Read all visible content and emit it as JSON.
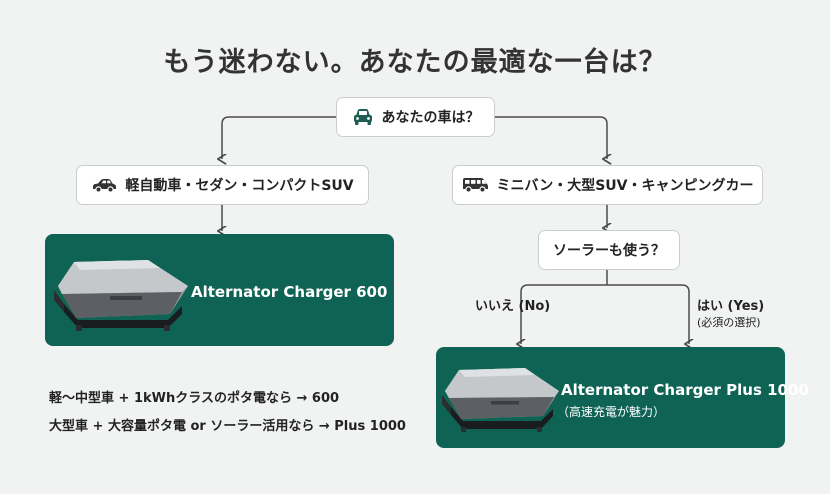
{
  "title": "もう迷わない。あなたの最適な一台は？",
  "question_car": "あなたの車は？",
  "option_small": "軽自動車・セダン・コンパクトSUV",
  "option_large": "ミニバン・大型SUV・キャンピングカー",
  "question_solar": "ソーラーも使う？",
  "branch_no": "いいえ (No)",
  "branch_yes": "はい (Yes)",
  "branch_yes_note": "(必須の選択)",
  "product_600": "Alternator Charger 600",
  "product_1000": "Alternator Charger Plus 1000",
  "product_1000_note": "（高速充電が魅力）",
  "summary_line1": "軽〜中型車 + 1kWhクラスのポタ電なら → 600",
  "summary_line2": "大型車 + 大容量ポタ電 or ソーラー活用なら → Plus 1000",
  "colors": {
    "product_bg": "#0f6355",
    "icon": "#1f5b55",
    "line": "#4a4a4a"
  },
  "icons": {
    "question_car": "car-front-icon",
    "option_small": "sedan-icon",
    "option_large": "van-icon"
  }
}
